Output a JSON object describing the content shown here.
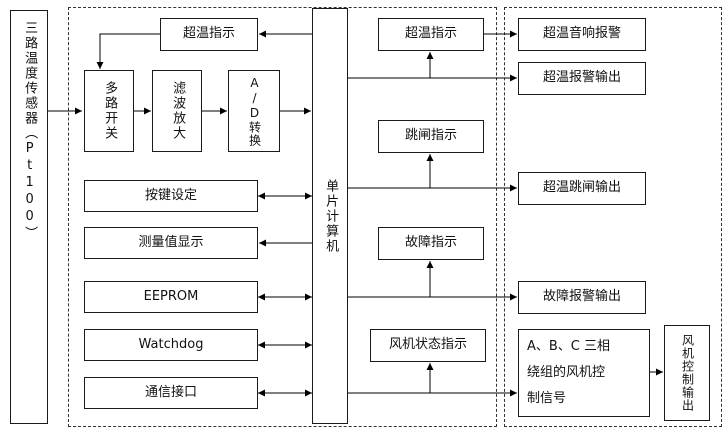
{
  "colors": {
    "line": "#000000",
    "background": "#ffffff"
  },
  "diagram": {
    "sensor": {
      "label": "三路温度传感器（Pt100）"
    },
    "processing": {
      "overtemp_indicator_top": "超温指示",
      "mux": "多路开关",
      "filter_amp": "滤波放大",
      "adc": "A/D转换",
      "mcu": "单片计算机",
      "key_setting": "按键设定",
      "measurement_display": "测量值显示",
      "eeprom": "EEPROM",
      "watchdog": "Watchdog",
      "comm_interface": "通信接口",
      "overtemp_indicator": "超温指示",
      "trip_indicator": "跳闸指示",
      "fault_indicator": "故障指示",
      "fan_status_indicator": "风机状态指示"
    },
    "output": {
      "overtemp_audible_alarm": "超温音响报警",
      "overtemp_alarm_output": "超温报警输出",
      "overtemp_trip_output": "超温跳闸输出",
      "fault_alarm_output": "故障报警输出",
      "fan_control_signal_lines": [
        "A、B、C 三相",
        "绕组的风机控",
        "制信号"
      ],
      "fan_control_output": "风机控制输出"
    }
  }
}
